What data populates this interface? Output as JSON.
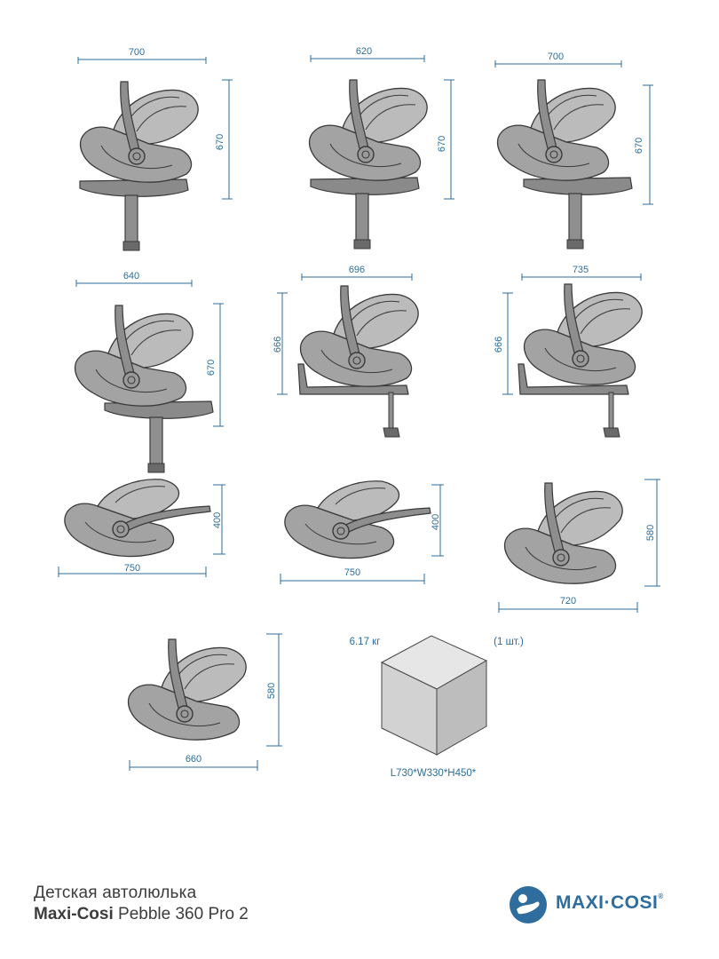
{
  "views": [
    {
      "id": "v1",
      "width_label": "700",
      "height_label": "670"
    },
    {
      "id": "v2",
      "width_label": "620",
      "height_label": "670"
    },
    {
      "id": "v3",
      "width_label": "700",
      "height_label": "670"
    },
    {
      "id": "v4",
      "width_label": "640",
      "height_label": "670"
    },
    {
      "id": "v5",
      "width_label": "696",
      "height_label": "666"
    },
    {
      "id": "v6",
      "width_label": "735",
      "height_label": "666"
    },
    {
      "id": "v7",
      "width_label": "750",
      "height_label": "400"
    },
    {
      "id": "v8",
      "width_label": "750",
      "height_label": "400"
    },
    {
      "id": "v9",
      "width_label": "720",
      "height_label": "580"
    },
    {
      "id": "v10",
      "width_label": "660",
      "height_label": "580"
    }
  ],
  "package": {
    "weight": "6.17 кг",
    "quantity": "(1 шт.)",
    "dimensions": "L730*W330*H450*"
  },
  "caption": {
    "subtitle": "Детская автолюлька",
    "brand": "Maxi-Cosi",
    "model": " Pebble 360 Pro 2"
  },
  "logo": {
    "text": "MAXI·COSI",
    "reg": "®"
  },
  "colors": {
    "dimension": "#2b6e9c",
    "seat": "#a3a3a3",
    "outline": "#3a3a3a",
    "logo": "#2e6d9e"
  }
}
